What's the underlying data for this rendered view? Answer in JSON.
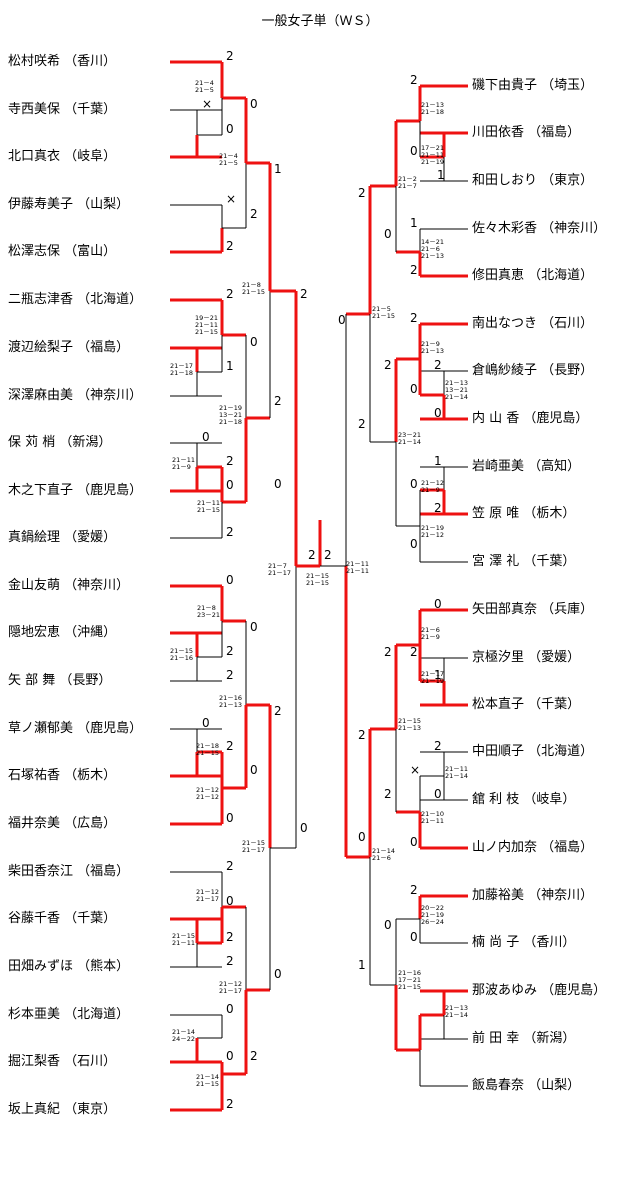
{
  "title": "一般女子単（ＷＳ）",
  "left_players": [
    "松村咲希 （香川）",
    "寺西美保 （千葉）",
    "北口真衣 （岐阜）",
    "伊藤寿美子 （山梨）",
    "松澤志保 （富山）",
    "二瓶志津香 （北海道）",
    "渡辺絵梨子 （福島）",
    "深澤麻由美 （神奈川）",
    "保 苅 梢 （新潟）",
    "木之下直子 （鹿児島）",
    "真鍋絵理 （愛媛）",
    "金山友萌 （神奈川）",
    "隠地宏恵 （沖縄）",
    "矢 部 舞 （長野）",
    "草ノ瀬郁美 （鹿児島）",
    "石塚祐香 （栃木）",
    "福井奈美 （広島）",
    "柴田香奈江 （福島）",
    "谷藤千香 （千葉）",
    "田畑みずほ （熊本）",
    "杉本亜美 （北海道）",
    "掘江梨香 （石川）",
    "坂上真紀 （東京）"
  ],
  "right_players": [
    "磯下由貴子 （埼玉）",
    "川田依香 （福島）",
    "和田しおり （東京）",
    "佐々木彩香 （神奈川）",
    "修田真恵 （北海道）",
    "南出なつき （石川）",
    "倉嶋紗綾子 （長野）",
    "内 山 香 （鹿児島）",
    "岩崎亜美 （高知）",
    "笠 原 唯 （栃木）",
    "宮 澤 礼 （千葉）",
    "矢田部真奈 （兵庫）",
    "京極汐里 （愛媛）",
    "松本直子 （千葉）",
    "中田順子 （北海道）",
    "舘 利 枝 （岐阜）",
    "山ノ内加奈 （福島）",
    "加藤裕美 （神奈川）",
    "楠 尚 子 （香川）",
    "那波あゆみ （鹿児島）",
    "前 田 幸 （新潟）",
    "飯島春奈 （山梨）"
  ],
  "results": [
    "2",
    "×",
    "0",
    "×",
    "2",
    "0",
    "2",
    "1",
    "2",
    "0",
    "1",
    "2",
    "0",
    "2",
    "0",
    "2",
    "0",
    "2",
    "0",
    "0",
    "2",
    "2",
    "0",
    "2",
    "0",
    "0",
    "2",
    "2",
    "0",
    "2",
    "2",
    "0",
    "0",
    "2",
    "2",
    "0",
    "0",
    "2",
    "2",
    "0",
    "1",
    "2",
    "1",
    "0",
    "2",
    "0",
    "2",
    "0",
    "2",
    "0",
    "2",
    "1",
    "0",
    "2",
    "0",
    "2",
    "0",
    "2",
    "0",
    "2",
    "1",
    "2",
    "×",
    "2",
    "0",
    "2",
    "0",
    "2",
    "0",
    "2",
    "0",
    "1",
    "2",
    "2",
    "0",
    "2",
    "0"
  ],
  "scores": [
    "21－4\n21－5",
    "21－4\n21－5",
    "21－8\n21－15",
    "19－21\n21－11\n21－15",
    "21－17\n21－18",
    "21－19\n13－21\n21－18",
    "21－11\n21－9",
    "21－11\n21－15",
    "21－7\n21－17",
    "21－8\n23－21",
    "21－15\n21－16",
    "21－16\n21－13",
    "21－18\n21－15",
    "21－12\n21－12",
    "21－15\n21－17",
    "21－12\n21－17",
    "21－15\n21－11",
    "21－12\n21－17",
    "21－14\n24－22",
    "21－14\n21－15",
    "21－15\n21－15",
    "21－11\n21－11",
    "21－13\n21－18",
    "17－21\n21－11\n21－19",
    "21－2\n21－7",
    "14－21\n21－6\n21－13",
    "21－5\n21－15",
    "21－9\n21－13",
    "21－13\n13－21\n21－14",
    "23－21\n21－14",
    "21－12\n21－9",
    "21－19\n21－12",
    "21－6\n21－9",
    "21－17\n21－19",
    "21－15\n21－13",
    "21－11\n21－14",
    "21－10\n21－11",
    "21－14\n21－6",
    "20－22\n21－19\n26－24",
    "21－16\n17－21\n21－15",
    "21－13\n21－14"
  ]
}
